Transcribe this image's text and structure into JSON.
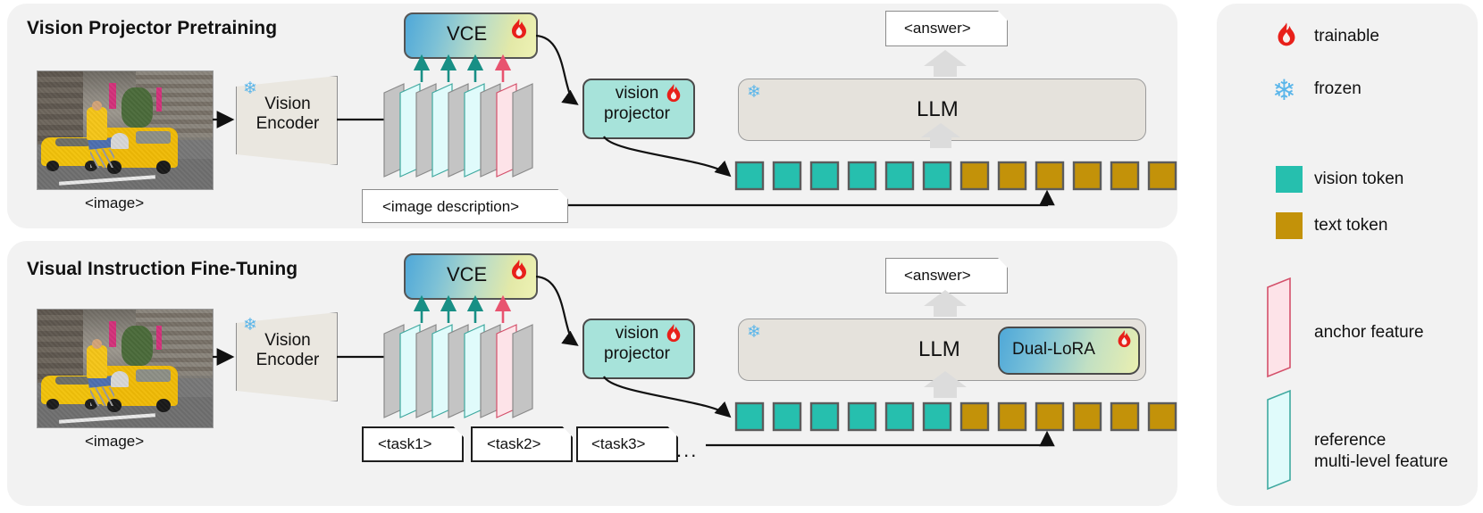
{
  "panels": [
    {
      "id": "pretraining",
      "title": "Vision Projector Pretraining",
      "image_caption": "<image>",
      "encoder_label_line1": "Vision",
      "encoder_label_line2": "Encoder",
      "vce_label": "VCE",
      "projector_line1": "vision",
      "projector_line2": "projector",
      "llm_label": "LLM",
      "answer_label": "<answer>",
      "text_inputs": [
        "<image description>"
      ],
      "tokens": [
        "vision",
        "vision",
        "vision",
        "vision",
        "vision",
        "vision",
        "text",
        "text",
        "text",
        "text",
        "text",
        "text"
      ],
      "encoder_state": "frozen",
      "llm_state": "frozen",
      "vce_state": "trainable",
      "projector_state": "trainable"
    },
    {
      "id": "finetuning",
      "title": "Visual Instruction Fine-Tuning",
      "image_caption": "<image>",
      "encoder_label_line1": "Vision",
      "encoder_label_line2": "Encoder",
      "vce_label": "VCE",
      "projector_line1": "vision",
      "projector_line2": "projector",
      "llm_label": "LLM",
      "lora_label": "Dual-LoRA",
      "answer_label": "<answer>",
      "text_inputs": [
        "<task1>",
        "<task2>",
        "<task3>"
      ],
      "ellipsis": "...",
      "tokens": [
        "vision",
        "vision",
        "vision",
        "vision",
        "vision",
        "vision",
        "text",
        "text",
        "text",
        "text",
        "text",
        "text"
      ],
      "encoder_state": "frozen",
      "llm_state": "frozen",
      "vce_state": "trainable",
      "projector_state": "trainable",
      "lora_state": "trainable"
    }
  ],
  "feature_stack": {
    "layers": [
      "grey",
      "reference",
      "grey",
      "reference",
      "grey",
      "reference",
      "grey",
      "anchor",
      "grey"
    ],
    "arrows": [
      "reference",
      "reference",
      "reference",
      "anchor"
    ]
  },
  "legend": {
    "items": [
      {
        "icon": "flame-icon",
        "label": "trainable"
      },
      {
        "icon": "snowflake-icon",
        "label": "frozen"
      },
      {
        "icon": "teal-square",
        "label": "vision token"
      },
      {
        "icon": "gold-square",
        "label": "text token"
      },
      {
        "icon": "pink-parallelogram",
        "label": "anchor feature"
      },
      {
        "icon": "cyan-parallelogram",
        "label": "reference\nmulti-level feature"
      }
    ],
    "reference_label_line1": "reference",
    "reference_label_line2": "multi-level feature"
  },
  "colors": {
    "panel_bg": "#f2f2f2",
    "vision_token": "#26bfae",
    "text_token": "#c39209",
    "anchor_feature_fill": "#fde3e8",
    "anchor_feature_stroke": "#d4506a",
    "reference_feature_fill": "#e0fbfb",
    "reference_feature_stroke": "#3fa9a0",
    "grey_feature_fill": "#c4c4c4",
    "grey_feature_stroke": "#8a8a8a",
    "flame": "#e8201a",
    "snowflake": "#5bb6ea",
    "vce_gradient_start": "#4fa8d8",
    "vce_gradient_end": "#eef2b4",
    "projector_fill": "#a7e3da",
    "llm_fill": "#e5e2dc",
    "encoder_fill": "#eae7e0",
    "grey_arrow": "#dcdcdc"
  }
}
